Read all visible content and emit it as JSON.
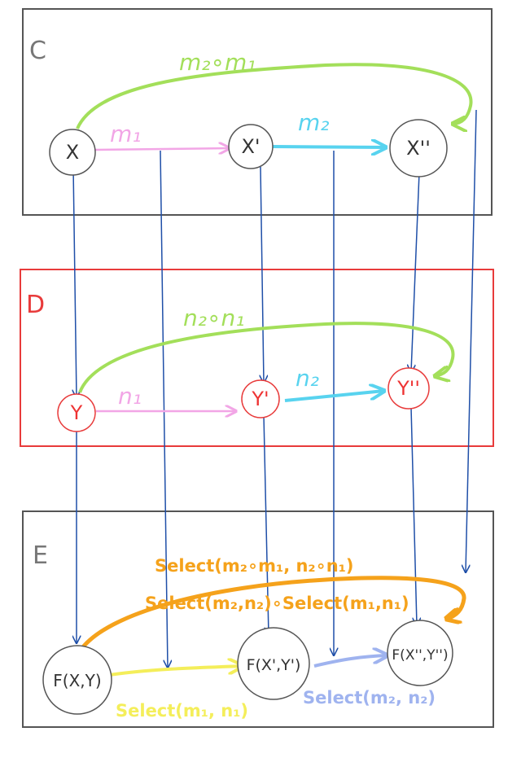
{
  "categories": {
    "c": {
      "label": "C"
    },
    "d": {
      "label": "D"
    },
    "e": {
      "label": "E"
    }
  },
  "nodes": {
    "x": "X",
    "x1": "X'",
    "x2": "X''",
    "y": "Y",
    "y1": "Y'",
    "y2": "Y''",
    "fxy": "F(X,Y)",
    "fxy1": "F(X',Y')",
    "fxy2": "F(X'',Y'')"
  },
  "morphisms": {
    "m1": "m₁",
    "m2": "m₂",
    "m2_m1": "m₂∘m₁",
    "n1": "n₁",
    "n2": "n₂",
    "n2_n1": "n₂∘n₁",
    "select_m1_n1": "Select(m₁, n₁)",
    "select_m2_n2": "Select(m₂, n₂)",
    "select_composite": "Select(m₂∘m₁, n₂∘n₁)",
    "select_compose": "Select(m₂,n₂)∘Select(m₁,n₁)"
  },
  "colors": {
    "box_c": "#555555",
    "box_d": "#e83b3b",
    "box_e": "#555555",
    "functor_arrow": "#1f4fa8",
    "m_arrow": "#f2a6e6",
    "m2_arrow": "#58d3ef",
    "composite_arrow": "#a3df5a",
    "select_yellow": "#f4ee5a",
    "select_blue": "#9fb3ef",
    "select_orange": "#f5a21b"
  }
}
